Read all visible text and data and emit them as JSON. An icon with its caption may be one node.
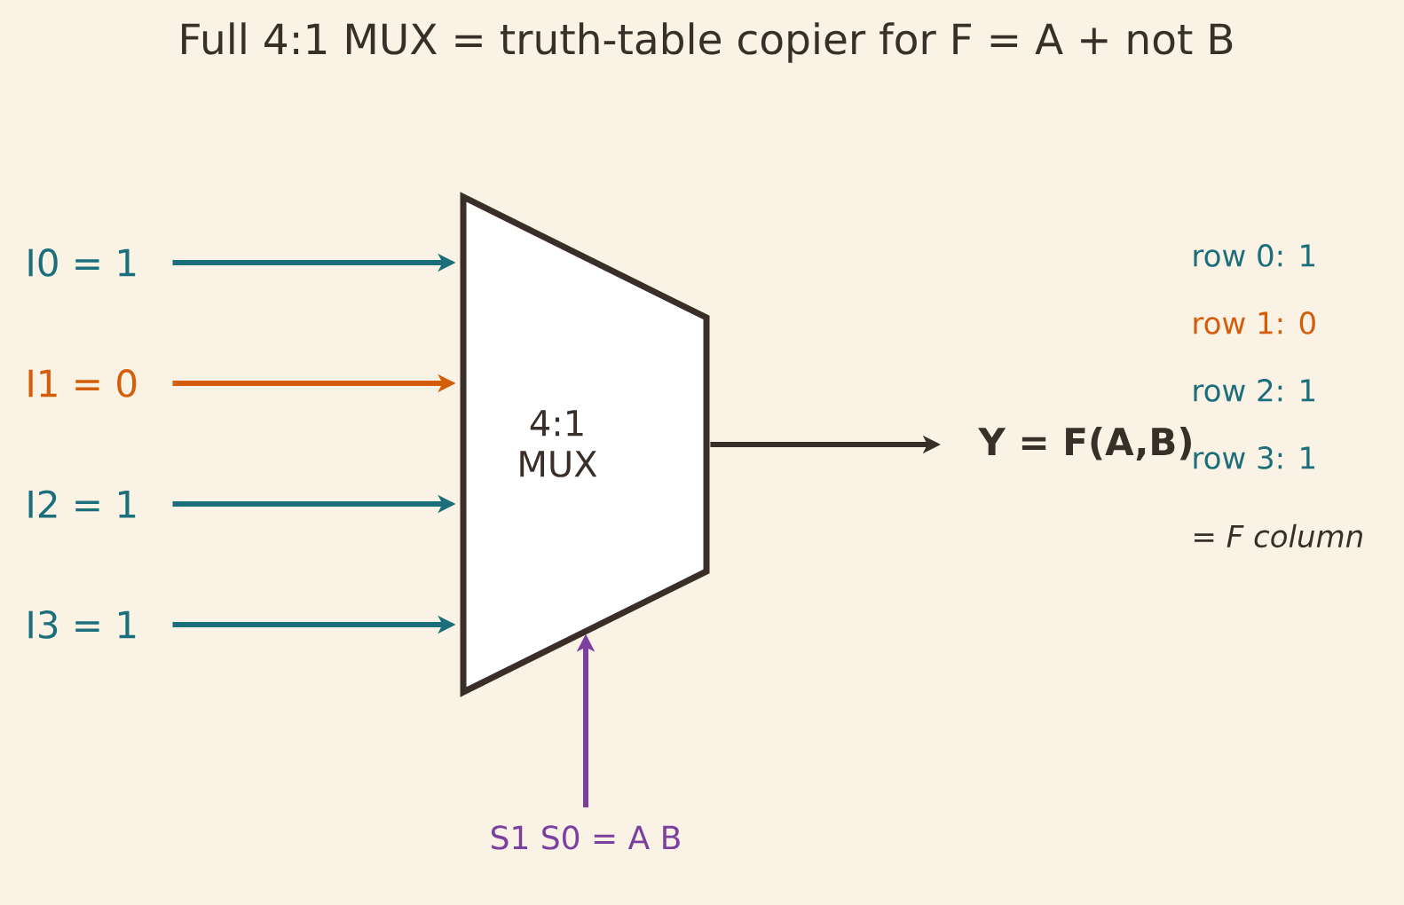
{
  "diagram": {
    "title": "Full 4:1 MUX = truth-table copier for F = A + not B",
    "nodes": [
      {
        "text": [
          "I0 = 1"
        ]
      },
      {
        "text": [
          "I1 = 0"
        ]
      },
      {
        "text": [
          "I2 = 1"
        ]
      },
      {
        "text": [
          "I3 = 1"
        ]
      },
      {
        "text": [
          "4:1 MUX"
        ]
      },
      {
        "text": [
          "Y = F(A,B)"
        ]
      },
      {
        "text": [
          "S1 S0 = A B"
        ]
      }
    ],
    "edges": [
      {
        "from": 0,
        "to": 4,
        "arrow": "to"
      },
      {
        "from": 1,
        "to": 4,
        "arrow": "to",
        "color": "#d45d0a"
      },
      {
        "from": 2,
        "to": 4,
        "arrow": "to"
      },
      {
        "from": 3,
        "to": 4,
        "arrow": "to"
      },
      {
        "from": 4,
        "to": 5,
        "arrow": "to",
        "color": "#3a2f28"
      },
      {
        "from": 6,
        "to": 4,
        "arrow": "to",
        "color": "#7b3fa0"
      }
    ],
    "labels": [
      "row 0: 1",
      "row 1: 0",
      "row 2: 1",
      "row 3: 1",
      "= F column"
    ]
  }
}
